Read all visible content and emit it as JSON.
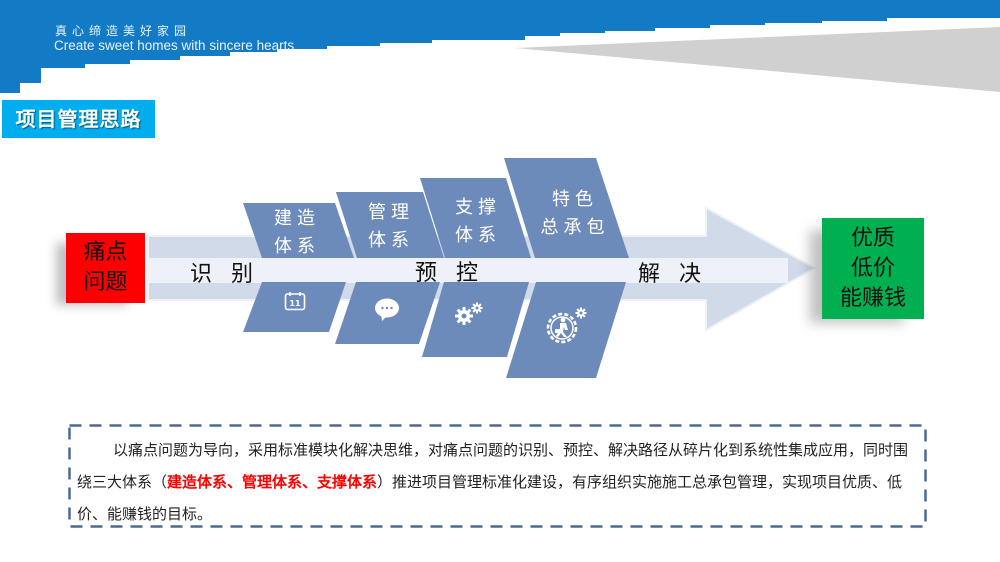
{
  "header": {
    "slogan_cn": "真心缔造美好家园",
    "slogan_en": "Create sweet homes with sincere hearts",
    "colors": {
      "band": "#137BC6",
      "wedge": "#D0D0D0"
    }
  },
  "section": {
    "title": "项目管理思路",
    "color": "#00AEEF"
  },
  "diagram": {
    "start": {
      "lines": [
        "痛点",
        "问题"
      ],
      "color": "#FF0000"
    },
    "end": {
      "lines": [
        "优质",
        "低价",
        "能赚钱"
      ],
      "color": "#00B050"
    },
    "stages": [
      "识 别",
      "预 控",
      "解 决"
    ],
    "arrow_color": "#D0DAE8",
    "tile_color": "#6D8BBA",
    "systems": [
      {
        "lines": [
          "建造",
          "体系"
        ],
        "icon": "calendar-icon",
        "icon_text": "11"
      },
      {
        "lines": [
          "管理",
          "体系"
        ],
        "icon": "chat-bubble-icon"
      },
      {
        "lines": [
          "支撑",
          "体系"
        ],
        "icon": "gears-icon"
      },
      {
        "lines": [
          "特色",
          "总承包"
        ],
        "icon": "worker-gear-icon"
      }
    ]
  },
  "description": {
    "part1": "以痛点问题为导向，采用标准模块化解决思维，对痛点问题的识别、预控、解决路径从碎片化到系统性集成应用，同时围绕三大体系（",
    "highlight": "建造体系、管理体系、支撑体系",
    "part2": "）推进项目管理标准化建设，有序组织实施施工总承包管理，实现项目优质、低价、能赚钱的目标。",
    "highlight_color": "#FF0000",
    "border_color": "#4A6A95"
  }
}
